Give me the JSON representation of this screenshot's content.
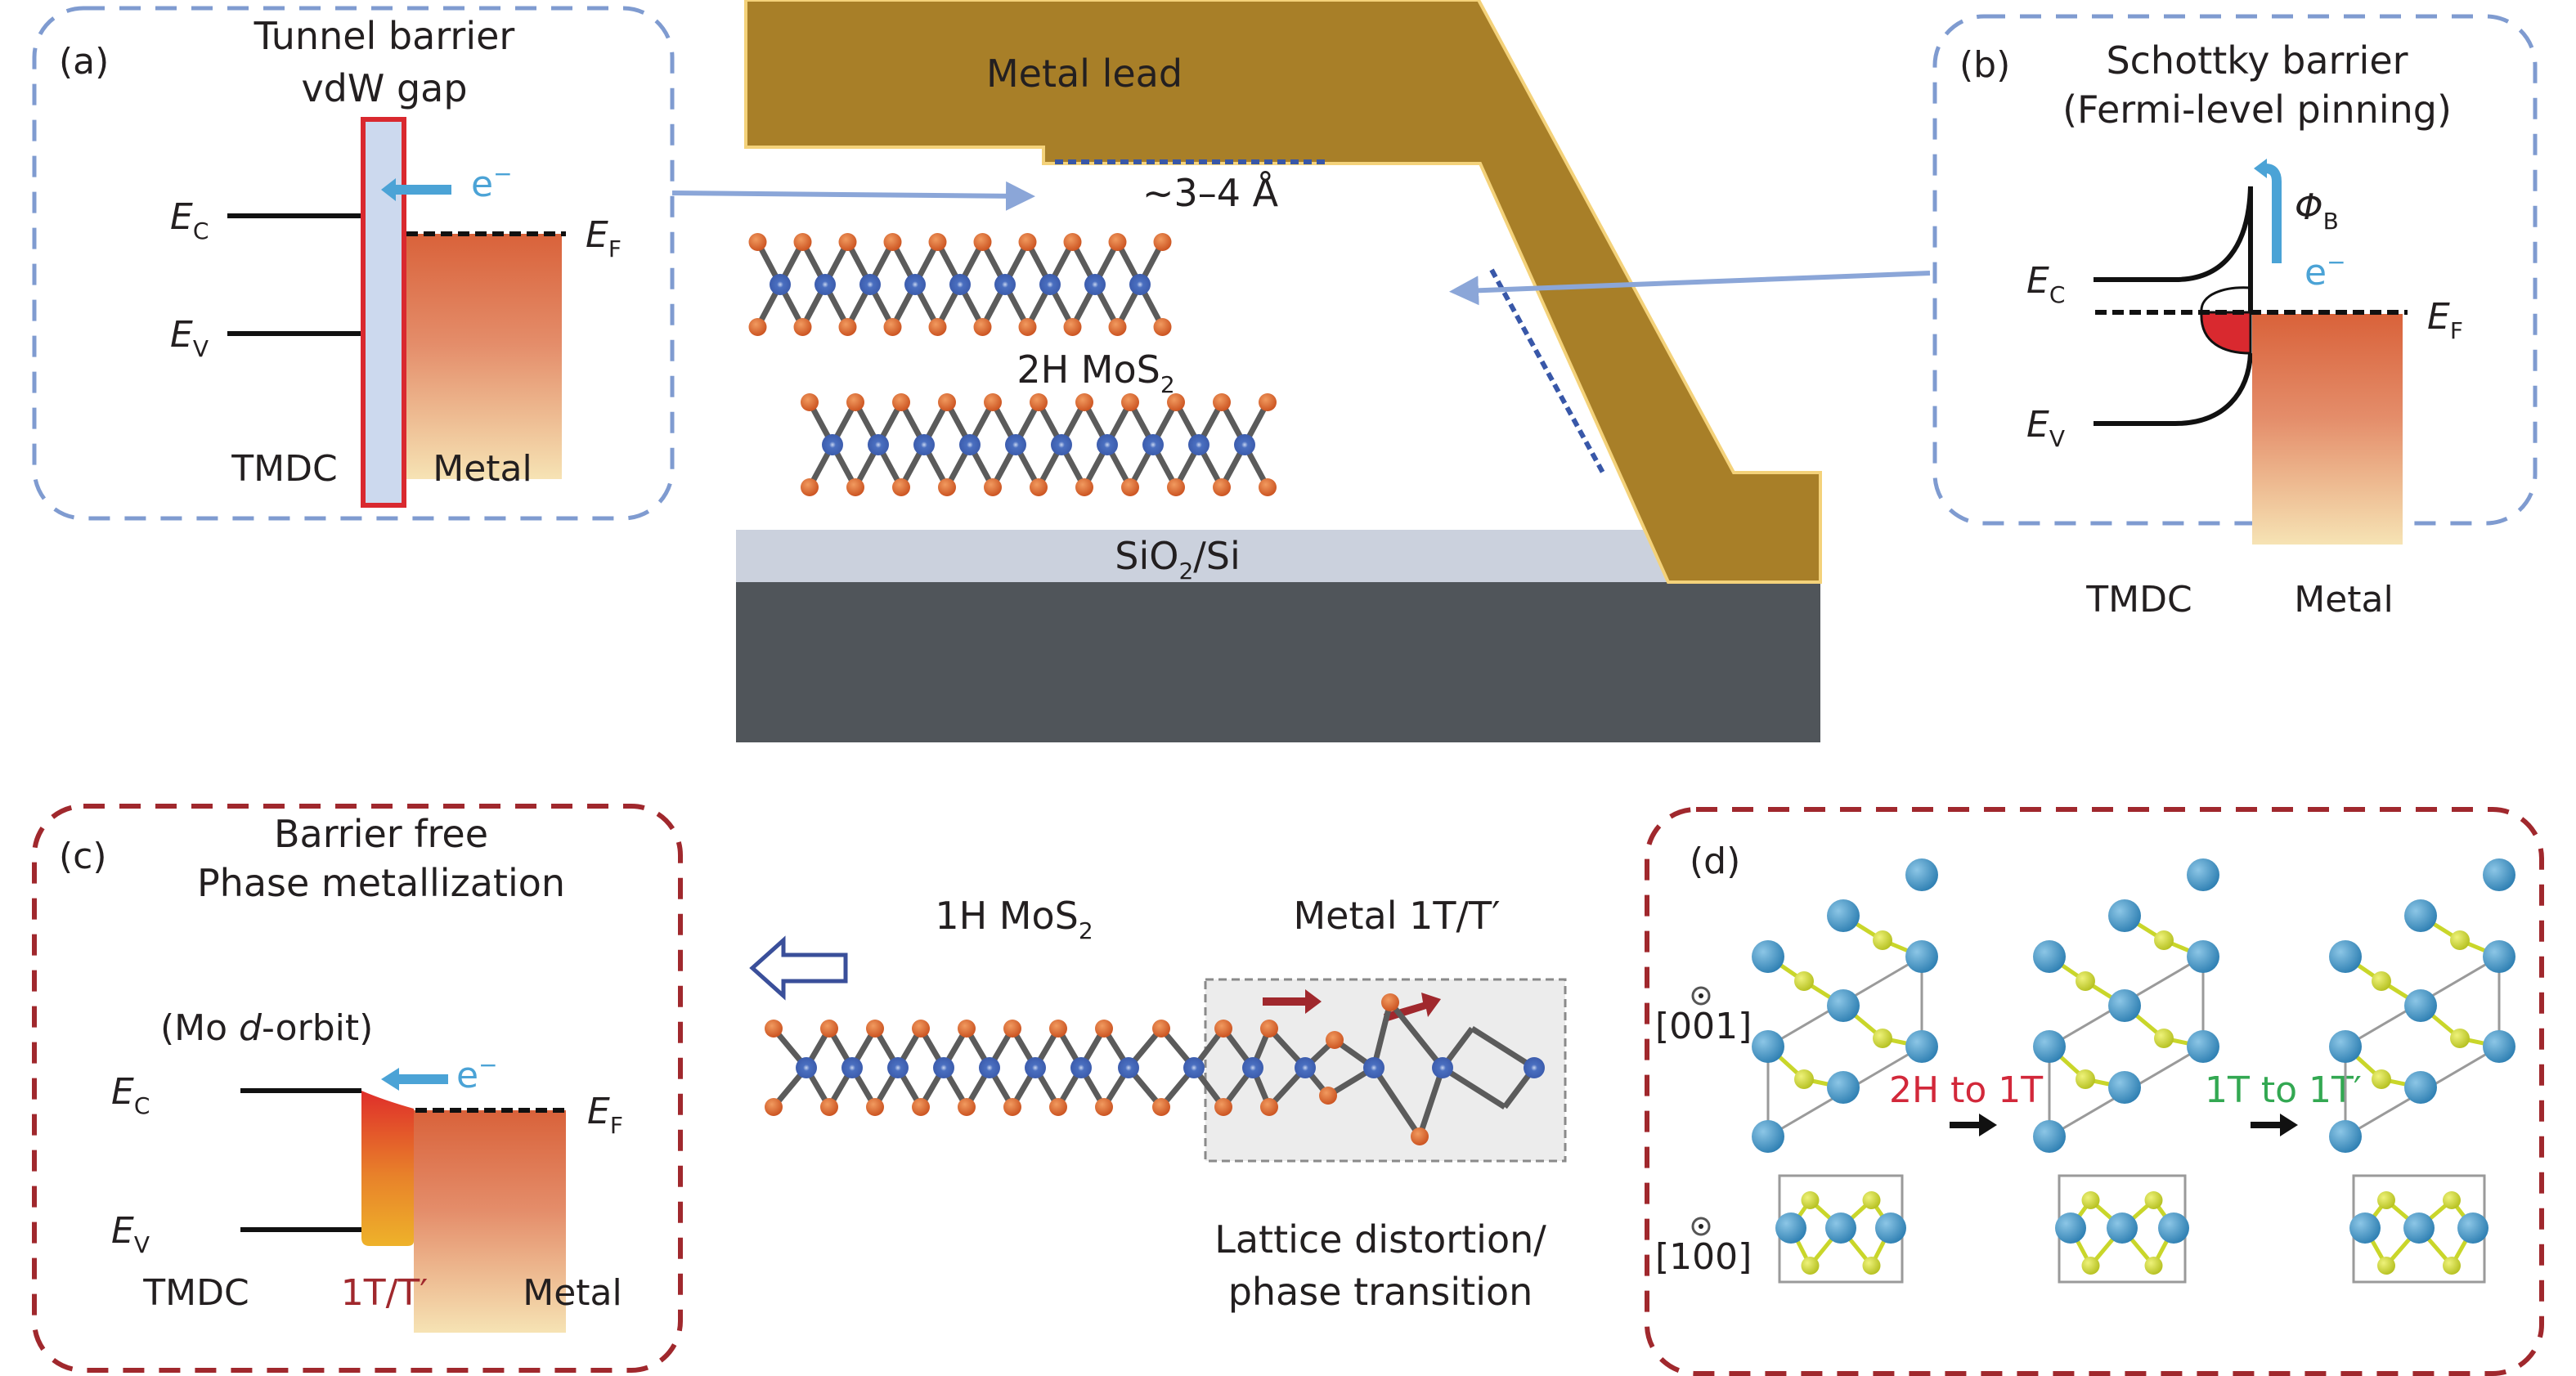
{
  "colors": {
    "blue_dash": "#7f9bd0",
    "red_dash": "#a0282d",
    "metal_gold": "#a87f28",
    "metal_edge": "#f4d27a",
    "sio2": "#cbd1dd",
    "si": "#50555a",
    "s_atom": "#d9622b",
    "mo_atom": "#3f63b8",
    "bond": "#5b5b5b",
    "arrow_light_blue": "#8ba6d8",
    "electron": "#4ba3d6",
    "barrier_red": "#d9292f",
    "barrier_fill": "#ccd9ee",
    "phase_red": "#c0272d",
    "phase_green": "#33a852",
    "d_mo_atom": "#3e8dbf",
    "d_s_atom": "#c9d62a"
  },
  "panel_a": {
    "label": "(a)",
    "title_line1": "Tunnel barrier",
    "title_line2": "vdW gap",
    "ec": "E",
    "ec_sub": "C",
    "ev": "E",
    "ev_sub": "V",
    "ef": "E",
    "ef_sub": "F",
    "electron": "e",
    "electron_sup": "−",
    "left_label": "TMDC",
    "right_label": "Metal"
  },
  "panel_b": {
    "label": "(b)",
    "title_line1": "Schottky barrier",
    "title_line2": "(Fermi-level pinning)",
    "phi": "Φ",
    "phi_sub": "B",
    "ec": "E",
    "ec_sub": "C",
    "ev": "E",
    "ev_sub": "V",
    "ef": "E",
    "ef_sub": "F",
    "electron": "e",
    "electron_sup": "−",
    "left_label": "TMDC",
    "right_label": "Metal"
  },
  "center": {
    "metal_lead": "Metal lead",
    "gap": "~3–4 Å",
    "mos2": "2H MoS",
    "mos2_sub": "2",
    "substrate": "SiO",
    "substrate_sub": "2",
    "substrate_rest": "/Si"
  },
  "panel_c": {
    "label": "(c)",
    "title_line1": "Barrier free",
    "title_line2": "Phase metallization",
    "orbit_pre": "(Mo ",
    "orbit_d": "d",
    "orbit_post": "-orbit)",
    "ec": "E",
    "ec_sub": "C",
    "ev": "E",
    "ev_sub": "V",
    "ef": "E",
    "ef_sub": "F",
    "electron": "e",
    "electron_sup": "−",
    "left_label": "TMDC",
    "mid_label": "1T/T′",
    "right_label": "Metal"
  },
  "lattice": {
    "left_label": "1H MoS",
    "left_label_sub": "2",
    "right_label": "Metal 1T/T′",
    "caption_line1": "Lattice distortion/",
    "caption_line2": "phase transition"
  },
  "panel_d": {
    "label": "(d)",
    "dir1": "[001]",
    "dir2": "[100]",
    "step1": "2H to 1T",
    "step2": "1T to 1T′"
  }
}
